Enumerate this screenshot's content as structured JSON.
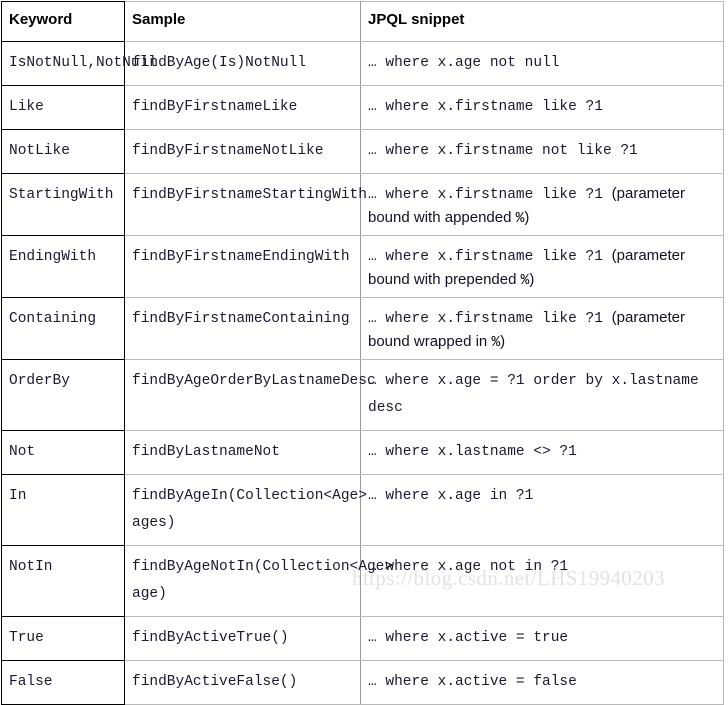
{
  "watermark": "https://blog.csdn.net/LHS19940203",
  "table": {
    "headers": [
      "Keyword",
      "Sample",
      "JPQL snippet"
    ],
    "rows": [
      {
        "keyword": "IsNotNull,NotNull",
        "sample": "findByAge(Is)NotNull",
        "jpql": "… where x.age not null",
        "note": "",
        "tall": false
      },
      {
        "keyword": "Like",
        "sample": "findByFirstnameLike",
        "jpql": "… where x.firstname like ?1",
        "note": "",
        "tall": false
      },
      {
        "keyword": "NotLike",
        "sample": "findByFirstnameNotLike",
        "jpql": "… where x.firstname not like ?1",
        "note": "",
        "tall": false
      },
      {
        "keyword": "StartingWith",
        "sample": "findByFirstnameStartingWith",
        "jpql": "… where x.firstname like ?1 ",
        "note": "(parameter bound with appended ",
        "note_pct": "%",
        "note_end": ")",
        "tall": true
      },
      {
        "keyword": "EndingWith",
        "sample": "findByFirstnameEndingWith",
        "jpql": "… where x.firstname like ?1 ",
        "note": "(parameter bound with prepended ",
        "note_pct": "%",
        "note_end": ")",
        "tall": true
      },
      {
        "keyword": "Containing",
        "sample": "findByFirstnameContaining",
        "jpql": "… where x.firstname like ?1 ",
        "note": "(parameter bound wrapped in ",
        "note_pct": "%",
        "note_end": ")",
        "tall": true
      },
      {
        "keyword": "OrderBy",
        "sample": "findByAgeOrderByLastnameDesc",
        "jpql": "… where x.age = ?1 order by x.lastname desc",
        "note": "",
        "tall": true
      },
      {
        "keyword": "Not",
        "sample": "findByLastnameNot",
        "jpql": "… where x.lastname <> ?1",
        "note": "",
        "tall": false
      },
      {
        "keyword": "In",
        "sample": "findByAgeIn(Collection<Age> ages)",
        "jpql": "… where x.age in ?1",
        "note": "",
        "tall": true
      },
      {
        "keyword": "NotIn",
        "sample": "findByAgeNotIn(Collection<Age> age)",
        "jpql": "… where x.age not in ?1",
        "note": "",
        "tall": true
      },
      {
        "keyword": "True",
        "sample": "findByActiveTrue()",
        "jpql": "… where x.active = true",
        "note": "",
        "tall": false
      },
      {
        "keyword": "False",
        "sample": "findByActiveFalse()",
        "jpql": "… where x.active = false",
        "note": "",
        "tall": false
      }
    ]
  }
}
